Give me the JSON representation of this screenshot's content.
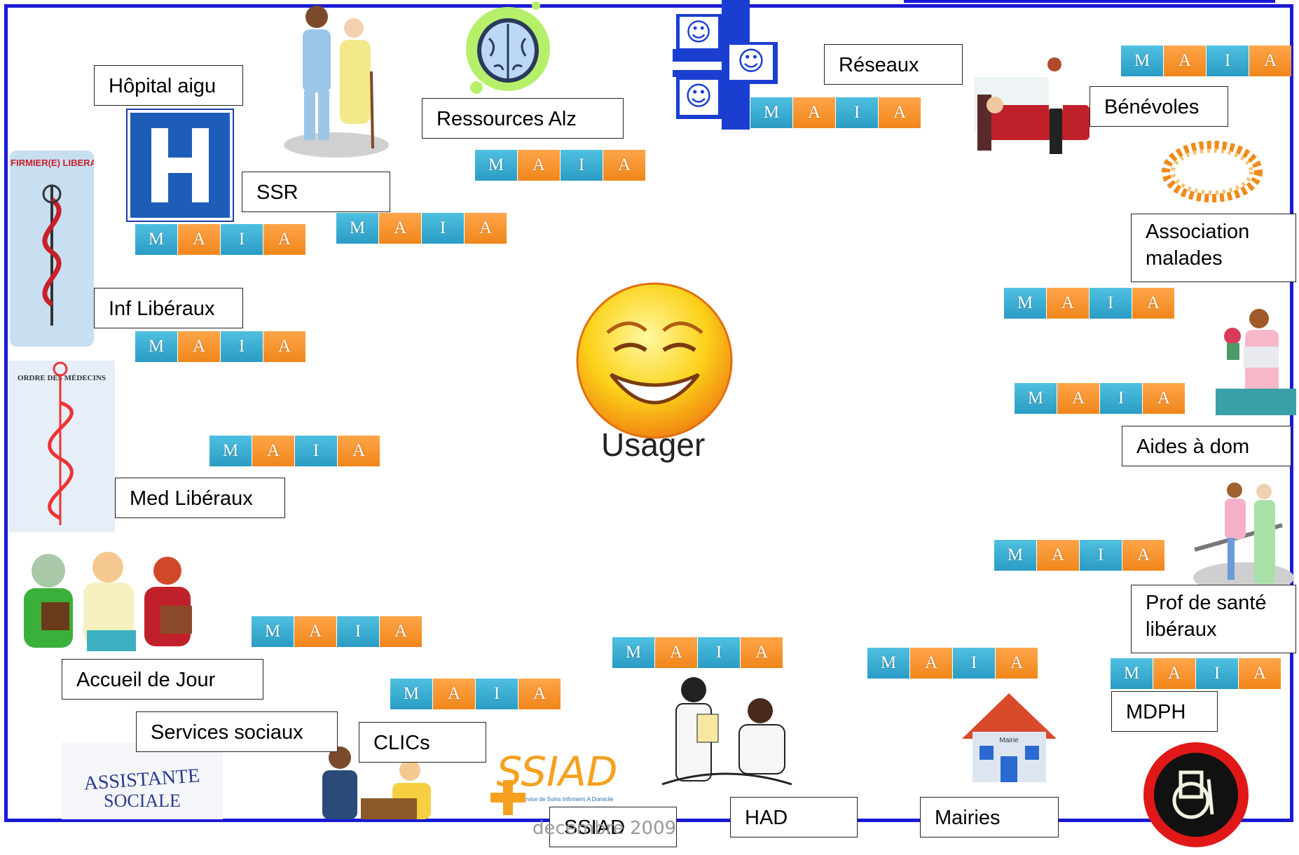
{
  "center": {
    "label": "Usager"
  },
  "footer": {
    "date": "decembre 2009"
  },
  "maia_letters": [
    "M",
    "A",
    "I",
    "A"
  ],
  "logo_text": {
    "infirmier": "INFIRMIER(E) LIBERAL",
    "ordre": "ORDRE DES MÉDECINS",
    "assistante_line1": "ASSISTANTE",
    "assistante_line2": "SOCIALE",
    "ssiad": "SSIAD",
    "ssiad_sub": "Service de Soins Infirmiers A Domicile",
    "mairie": "Mairie"
  },
  "labels": {
    "hopital": "Hôpital aigu",
    "ressources": "Ressources Alz",
    "reseaux": "Réseaux",
    "benevoles": "Bénévoles",
    "ssr": "SSR",
    "association_l1": "Association",
    "association_l2": "malades",
    "inf_liberaux": "Inf Libéraux",
    "aides": "Aides à dom",
    "med_liberaux": "Med Libéraux",
    "prof_l1": "Prof de santé",
    "prof_l2": "libéraux",
    "accueil": "Accueil de Jour",
    "mdph": "MDPH",
    "services": "Services sociaux",
    "clics": "CLICs",
    "ssiad": "SSIAD",
    "had": "HAD",
    "mairies": "Mairies"
  },
  "colors": {
    "frame": "#1a1ad6",
    "maia_blue": "#2a9cc4",
    "maia_orange": "#f0861a"
  }
}
